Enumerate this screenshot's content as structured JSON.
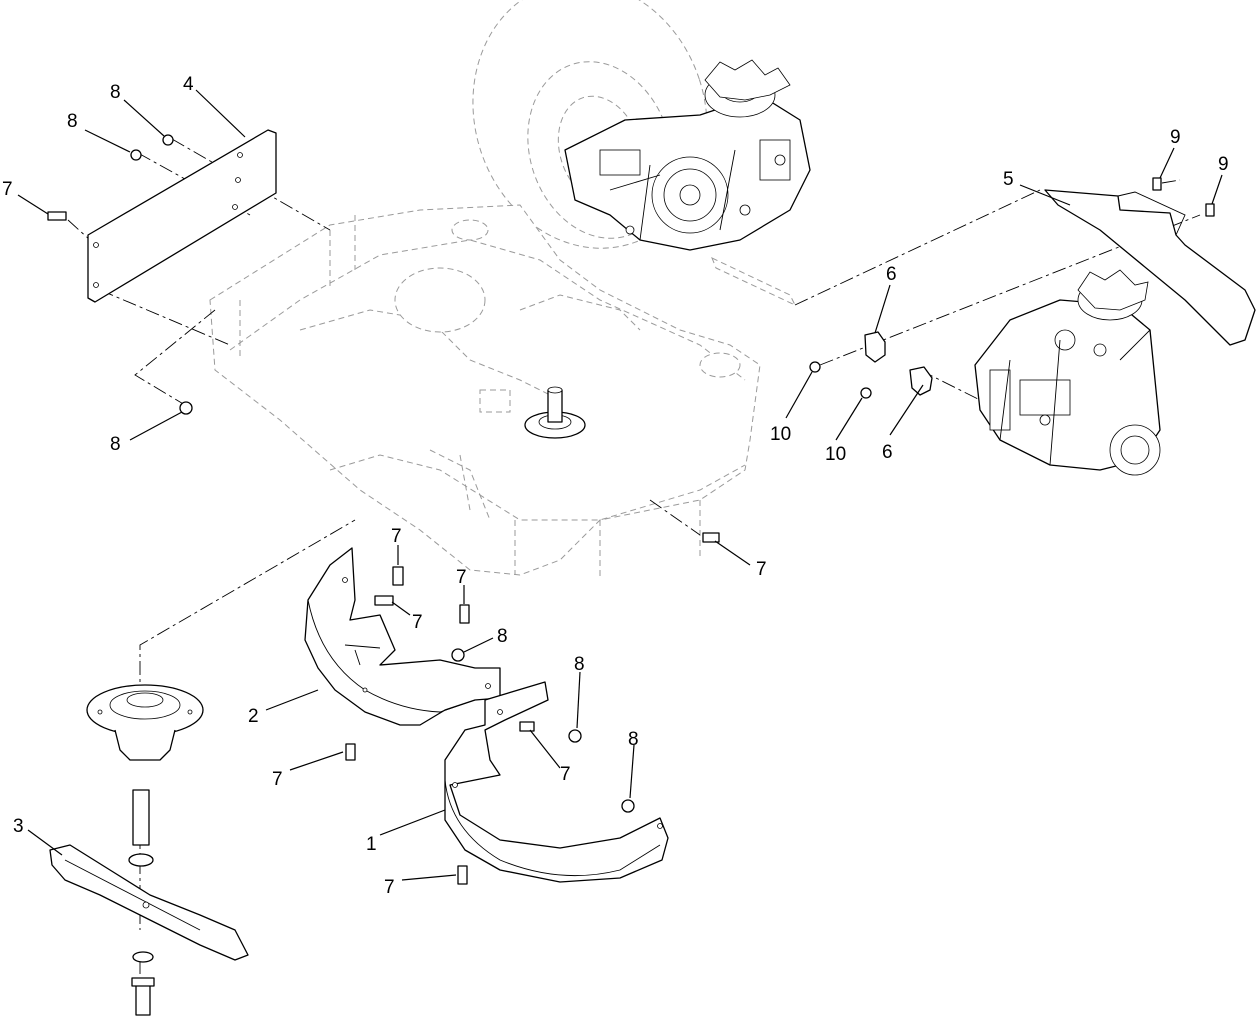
{
  "callouts": {
    "c1": "1",
    "c2": "2",
    "c3": "3",
    "c4": "4",
    "c5": "5",
    "c6a": "6",
    "c6b": "6",
    "c7a": "7",
    "c7b": "7",
    "c7c": "7",
    "c7d": "7",
    "c7e": "7",
    "c7f": "7",
    "c7g": "7",
    "c7h": "7",
    "c8a": "8",
    "c8b": "8",
    "c8c": "8",
    "c8d": "8",
    "c8e": "8",
    "c8f": "8",
    "c9a": "9",
    "c9b": "9",
    "c10a": "10",
    "c10b": "10"
  }
}
